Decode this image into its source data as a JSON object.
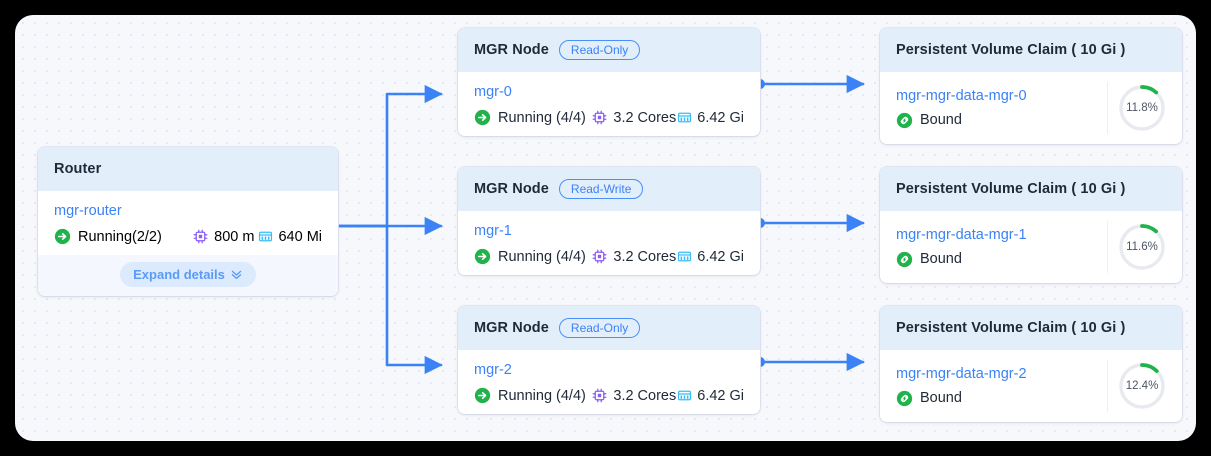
{
  "canvas": {
    "background": "#f7f8fc",
    "accent": "#3b82f6",
    "header_bg": "#e3eefb",
    "status_green": "#22b24c"
  },
  "router": {
    "title": "Router",
    "name": "mgr-router",
    "status": "Running(2/2)",
    "status_icon": "running-arrow-icon",
    "cpu": "800 m",
    "cpu_icon": "cpu-chip-icon",
    "memory": "640 Mi",
    "memory_icon": "memory-stick-icon",
    "expand_label": "Expand details",
    "expand_icon": "double-chevron-down-icon"
  },
  "mgr_nodes": [
    {
      "title": "MGR Node",
      "badge": "Read-Only",
      "name": "mgr-0",
      "status": "Running (4/4)",
      "status_icon": "running-arrow-icon",
      "cpu": "3.2 Cores",
      "cpu_icon": "cpu-chip-icon",
      "memory": "6.42 Gi",
      "memory_icon": "memory-stick-icon"
    },
    {
      "title": "MGR Node",
      "badge": "Read-Write",
      "name": "mgr-1",
      "status": "Running (4/4)",
      "status_icon": "running-arrow-icon",
      "cpu": "3.2 Cores",
      "cpu_icon": "cpu-chip-icon",
      "memory": "6.42 Gi",
      "memory_icon": "memory-stick-icon"
    },
    {
      "title": "MGR Node",
      "badge": "Read-Only",
      "name": "mgr-2",
      "status": "Running (4/4)",
      "status_icon": "running-arrow-icon",
      "cpu": "3.2 Cores",
      "cpu_icon": "cpu-chip-icon",
      "memory": "6.42 Gi",
      "memory_icon": "memory-stick-icon"
    }
  ],
  "pvcs": [
    {
      "title": "Persistent Volume Claim ( 10 Gi )",
      "name": "mgr-mgr-data-mgr-0",
      "status": "Bound",
      "status_icon": "link-bound-icon",
      "usage": "11.8%",
      "usage_value": 11.8
    },
    {
      "title": "Persistent Volume Claim ( 10 Gi )",
      "name": "mgr-mgr-data-mgr-1",
      "status": "Bound",
      "status_icon": "link-bound-icon",
      "usage": "11.6%",
      "usage_value": 11.6
    },
    {
      "title": "Persistent Volume Claim ( 10 Gi )",
      "name": "mgr-mgr-data-mgr-2",
      "status": "Bound",
      "status_icon": "link-bound-icon",
      "usage": "12.4%",
      "usage_value": 12.4
    }
  ]
}
